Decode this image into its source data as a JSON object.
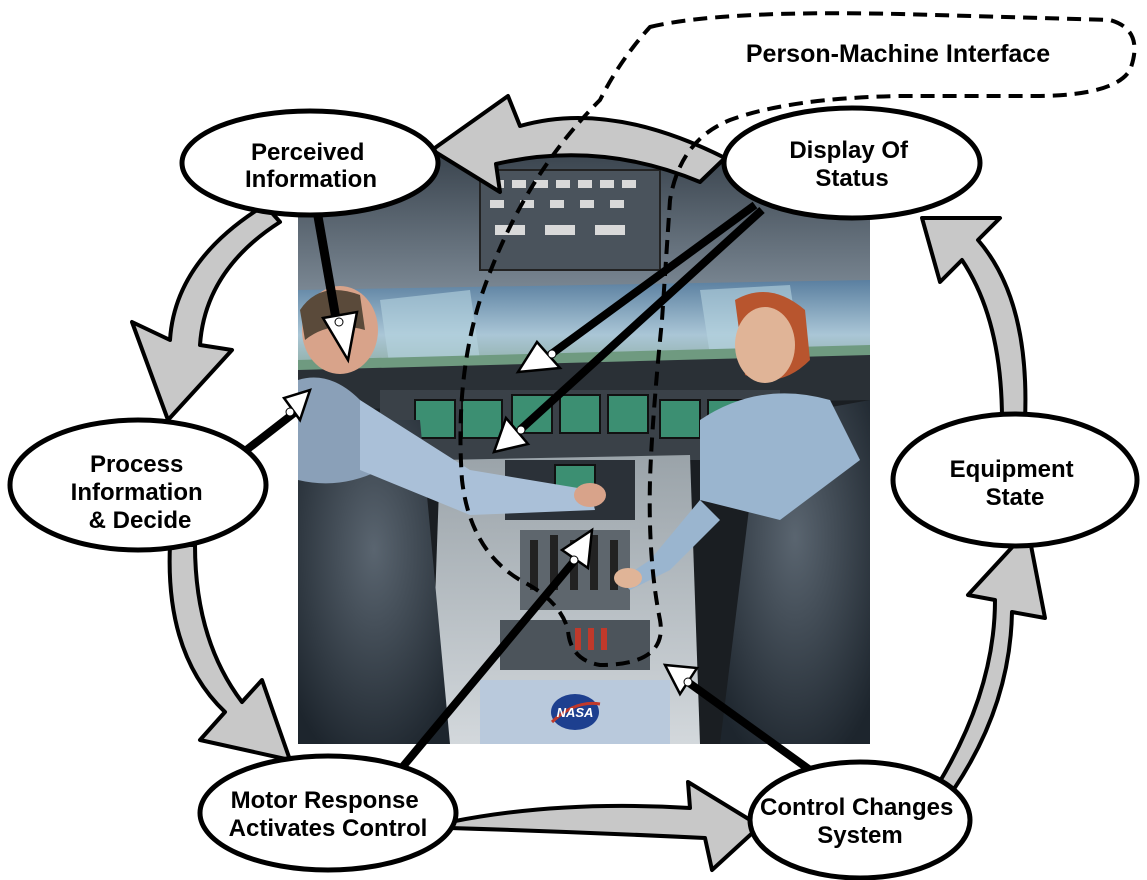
{
  "diagram": {
    "interface_label": "Person-Machine Interface",
    "nodes": [
      {
        "id": "perceived",
        "lines": [
          "Perceived",
          "Information"
        ]
      },
      {
        "id": "display",
        "lines": [
          "Display Of",
          "Status"
        ]
      },
      {
        "id": "process",
        "lines": [
          "Process",
          "Information",
          "& Decide"
        ]
      },
      {
        "id": "equipment",
        "lines": [
          "Equipment",
          "State"
        ]
      },
      {
        "id": "motor",
        "lines": [
          "Motor Response",
          "Activates Control"
        ]
      },
      {
        "id": "control",
        "lines": [
          "Control Changes",
          "System"
        ]
      }
    ],
    "photo": {
      "logo_text": "NASA"
    }
  },
  "colors": {
    "arrow_fill": "#c8c8c8",
    "outline": "#000000",
    "node_fill": "#ffffff",
    "panel_green": "#7fb5a0",
    "seat_dark": "#2b3540",
    "console_light": "#c9cdd2",
    "nasa_blue": "#1d3f8f"
  }
}
